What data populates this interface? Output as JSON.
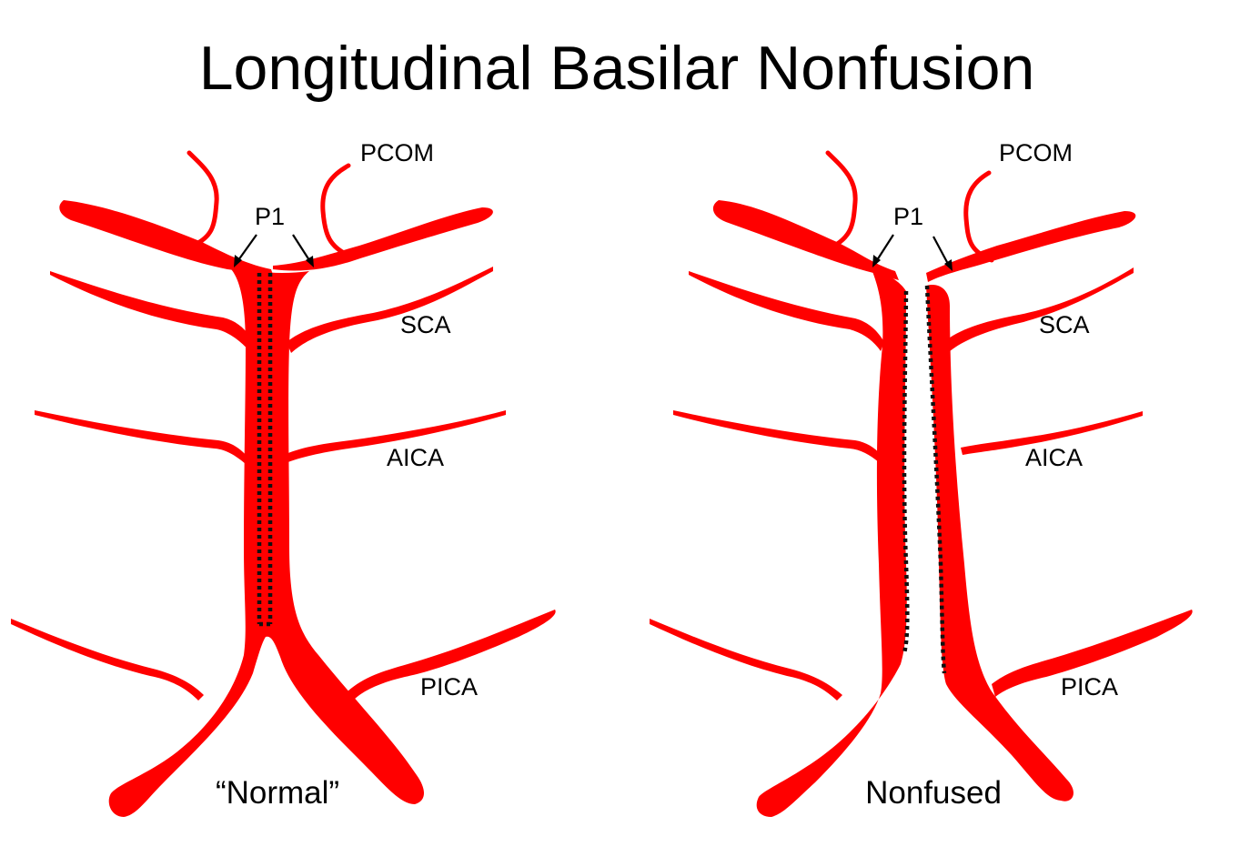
{
  "title": "Longitudinal Basilar Nonfusion",
  "colors": {
    "vessel": "#ff0000",
    "background": "#ffffff",
    "text": "#000000",
    "boundary": "#111111"
  },
  "panels": [
    {
      "caption": "“Normal”",
      "labels": {
        "pcom": "PCOM",
        "p1": "P1",
        "sca": "SCA",
        "aica": "AICA",
        "pica": "PICA"
      }
    },
    {
      "caption": "Nonfused",
      "labels": {
        "pcom": "PCOM",
        "p1": "P1",
        "sca": "SCA",
        "aica": "AICA",
        "pica": "PICA"
      }
    }
  ]
}
